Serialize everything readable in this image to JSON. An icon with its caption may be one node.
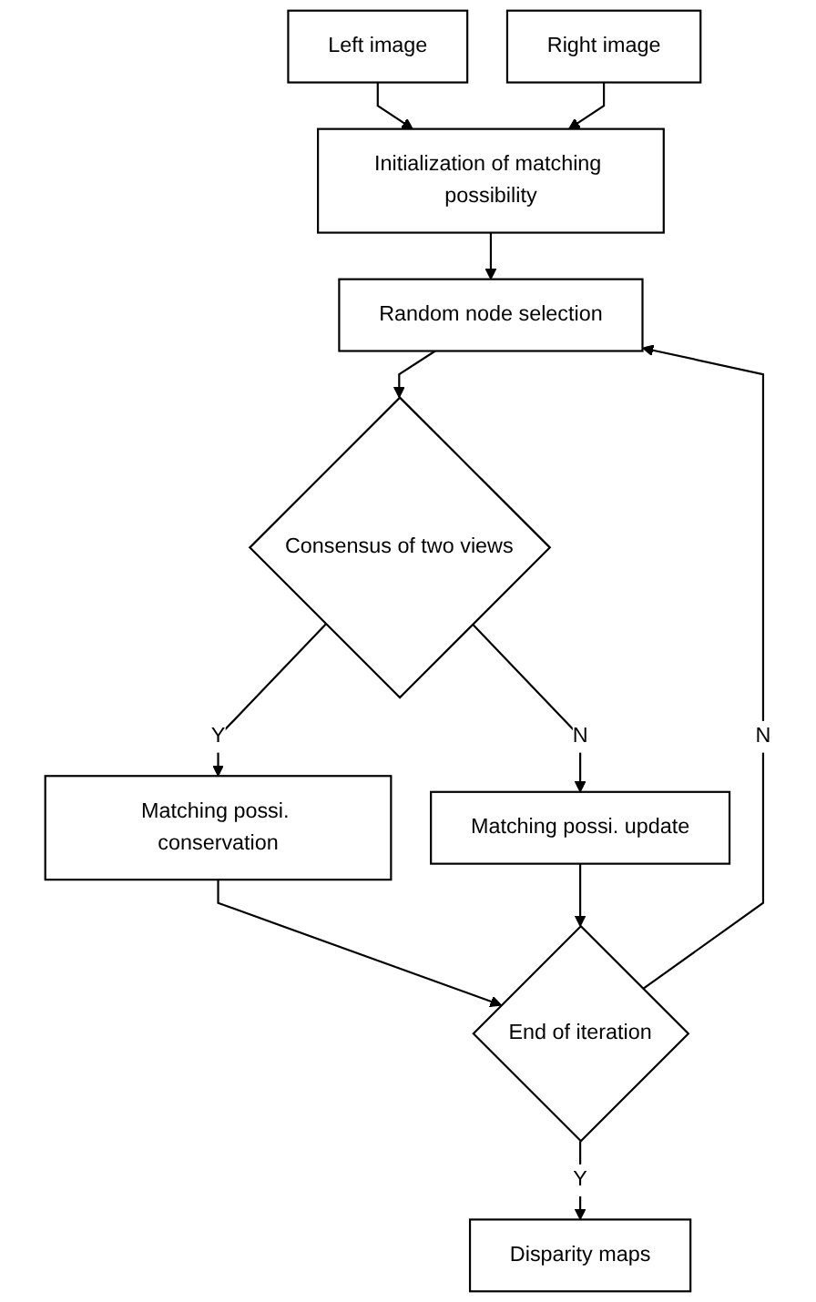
{
  "diagram": {
    "nodes": [
      {
        "text": [
          "Left image"
        ]
      },
      {
        "text": [
          "Right image"
        ]
      },
      {
        "text": [
          "Initialization of matching possibility"
        ]
      },
      {
        "text": [
          "Random node selection"
        ]
      },
      {
        "text": [
          "Consensus of two views"
        ]
      },
      {
        "text": [
          "Matching possi. conservation"
        ]
      },
      {
        "text": [
          "Matching possi. update"
        ]
      },
      {
        "text": [
          "End of iteration"
        ]
      },
      {
        "text": [
          "Disparity maps"
        ]
      }
    ],
    "edges": [
      {
        "from": 0,
        "to": 2,
        "arrow": "to"
      },
      {
        "from": 1,
        "to": 2,
        "arrow": "to"
      },
      {
        "from": 2,
        "to": 3,
        "arrow": "to"
      },
      {
        "from": 3,
        "to": 4,
        "arrow": "to"
      },
      {
        "from": 4,
        "to": 5,
        "arrow": "to",
        "label": "Y"
      },
      {
        "from": 4,
        "to": 6,
        "arrow": "to",
        "label": "N"
      },
      {
        "from": 5,
        "to": 7,
        "arrow": "to"
      },
      {
        "from": 6,
        "to": 7,
        "arrow": "to"
      },
      {
        "from": 7,
        "to": 3,
        "arrow": "to",
        "label": "N"
      },
      {
        "from": 7,
        "to": 8,
        "arrow": "to",
        "label": "Y"
      }
    ]
  }
}
